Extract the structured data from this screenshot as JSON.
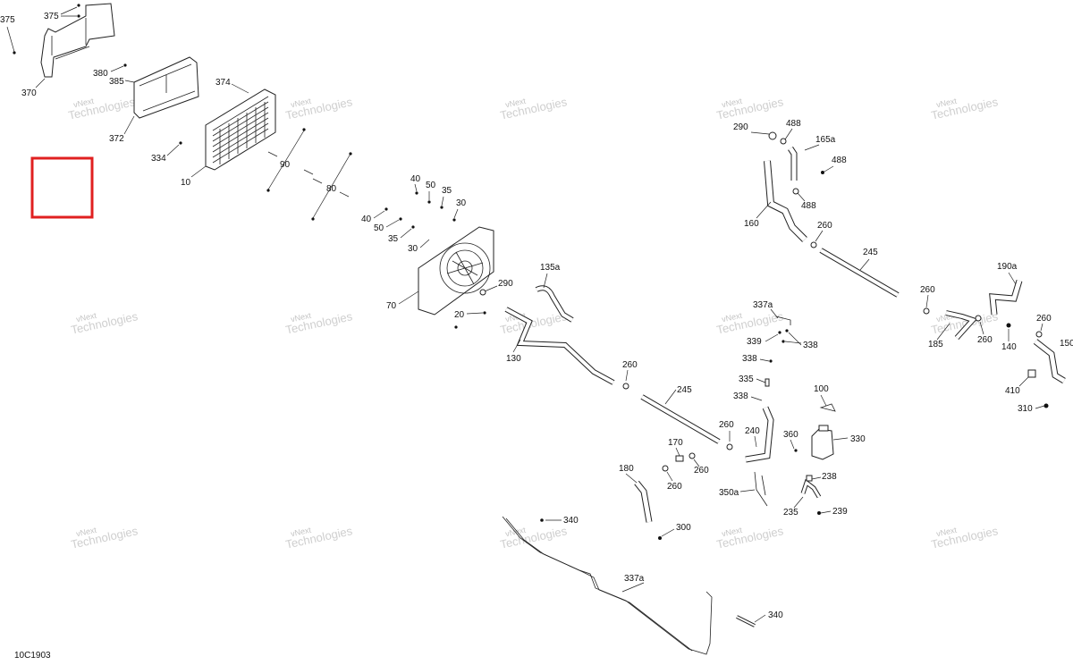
{
  "diagram": {
    "doc_code": "10C1903",
    "watermark_line1": "vNext",
    "watermark_line2": "Technologies",
    "highlight_color": "#e02020",
    "callouts": [
      {
        "id": "c375a",
        "label": "375"
      },
      {
        "id": "c375b",
        "label": "375"
      },
      {
        "id": "c370",
        "label": "370"
      },
      {
        "id": "c380",
        "label": "380"
      },
      {
        "id": "c385",
        "label": "385"
      },
      {
        "id": "c372",
        "label": "372"
      },
      {
        "id": "c374",
        "label": "374"
      },
      {
        "id": "c334",
        "label": "334"
      },
      {
        "id": "c10",
        "label": "10"
      },
      {
        "id": "c90",
        "label": "90"
      },
      {
        "id": "c80",
        "label": "80"
      },
      {
        "id": "c40a",
        "label": "40"
      },
      {
        "id": "c50a",
        "label": "50"
      },
      {
        "id": "c35a",
        "label": "35"
      },
      {
        "id": "c30a",
        "label": "30"
      },
      {
        "id": "c40b",
        "label": "40"
      },
      {
        "id": "c50b",
        "label": "50"
      },
      {
        "id": "c35b",
        "label": "35"
      },
      {
        "id": "c30b",
        "label": "30"
      },
      {
        "id": "c70",
        "label": "70"
      },
      {
        "id": "c20",
        "label": "20"
      },
      {
        "id": "c290a",
        "label": "290"
      },
      {
        "id": "c135a",
        "label": "135a"
      },
      {
        "id": "c130",
        "label": "130"
      },
      {
        "id": "c260a",
        "label": "260"
      },
      {
        "id": "c245a",
        "label": "245"
      },
      {
        "id": "c290b",
        "label": "290"
      },
      {
        "id": "c488a",
        "label": "488"
      },
      {
        "id": "c165a",
        "label": "165a"
      },
      {
        "id": "c488b",
        "label": "488"
      },
      {
        "id": "c488c",
        "label": "488"
      },
      {
        "id": "c160",
        "label": "160"
      },
      {
        "id": "c260b",
        "label": "260"
      },
      {
        "id": "c245b",
        "label": "245"
      },
      {
        "id": "c190a",
        "label": "190a"
      },
      {
        "id": "c260c",
        "label": "260"
      },
      {
        "id": "c185",
        "label": "185"
      },
      {
        "id": "c260d",
        "label": "260"
      },
      {
        "id": "c140",
        "label": "140"
      },
      {
        "id": "c260e",
        "label": "260"
      },
      {
        "id": "c150",
        "label": "150"
      },
      {
        "id": "c410",
        "label": "410"
      },
      {
        "id": "c310",
        "label": "310"
      },
      {
        "id": "c337a",
        "label": "337a"
      },
      {
        "id": "c339",
        "label": "339"
      },
      {
        "id": "c338a",
        "label": "338"
      },
      {
        "id": "c338b",
        "label": "338"
      },
      {
        "id": "c335",
        "label": "335"
      },
      {
        "id": "c338c",
        "label": "338"
      },
      {
        "id": "c100",
        "label": "100"
      },
      {
        "id": "c260f",
        "label": "260"
      },
      {
        "id": "c240",
        "label": "240"
      },
      {
        "id": "c360",
        "label": "360"
      },
      {
        "id": "c330",
        "label": "330"
      },
      {
        "id": "c170",
        "label": "170"
      },
      {
        "id": "c260g",
        "label": "260"
      },
      {
        "id": "c260h",
        "label": "260"
      },
      {
        "id": "c180",
        "label": "180"
      },
      {
        "id": "c350a",
        "label": "350a"
      },
      {
        "id": "c238",
        "label": "238"
      },
      {
        "id": "c235",
        "label": "235"
      },
      {
        "id": "c239",
        "label": "239"
      },
      {
        "id": "c340a",
        "label": "340"
      },
      {
        "id": "c300",
        "label": "300"
      },
      {
        "id": "c337b",
        "label": "337a"
      },
      {
        "id": "c340b",
        "label": "340"
      }
    ]
  }
}
